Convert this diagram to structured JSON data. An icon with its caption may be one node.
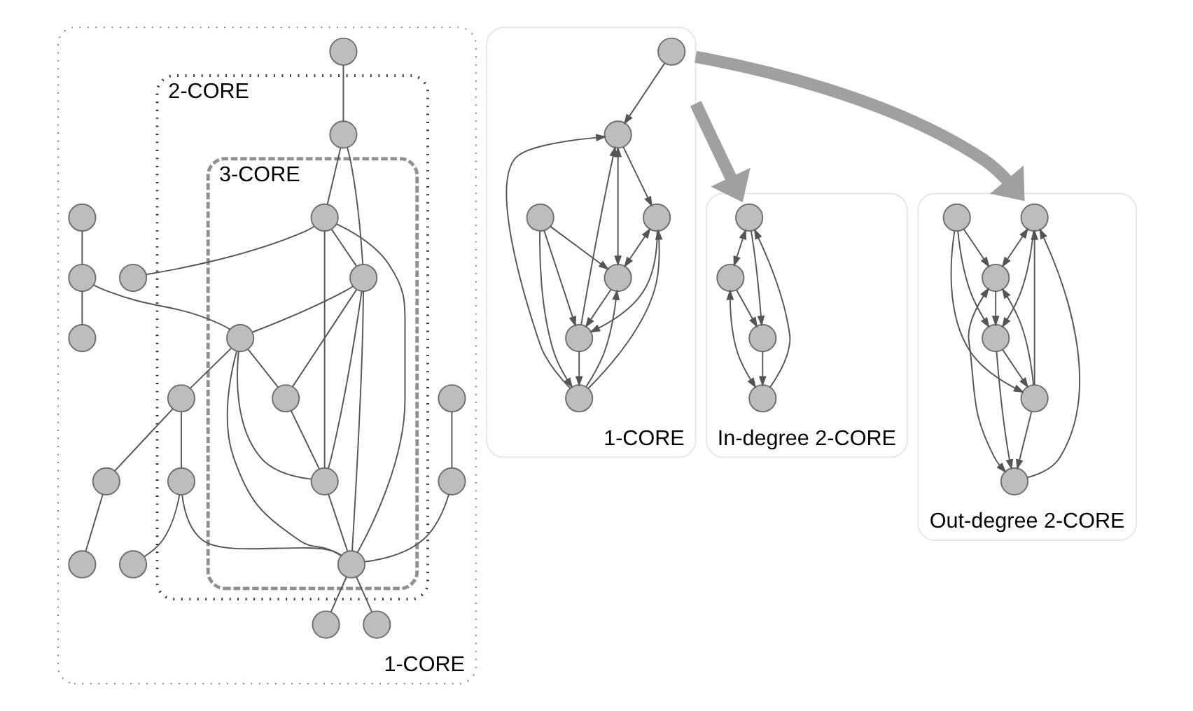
{
  "diagram": {
    "nodes": [
      {
        "text": [
          "1-CORE"
        ]
      },
      {
        "text": [
          "2-CORE"
        ],
        "in": 0
      },
      {
        "text": [
          "3-CORE"
        ],
        "in": 1
      },
      {
        "text": [],
        "shape": "circle",
        "in": 0
      },
      {
        "text": [],
        "shape": "circle",
        "in": 1
      },
      {
        "text": [],
        "shape": "circle",
        "in": 0
      },
      {
        "text": [],
        "shape": "circle",
        "in": 0
      },
      {
        "text": [],
        "shape": "circle",
        "in": 0
      },
      {
        "text": [],
        "shape": "circle",
        "in": 2
      },
      {
        "text": [],
        "shape": "circle",
        "in": 2
      },
      {
        "text": [],
        "shape": "circle",
        "in": 0
      },
      {
        "text": [],
        "shape": "circle",
        "in": 2
      },
      {
        "text": [],
        "shape": "circle",
        "in": 0
      },
      {
        "text": [],
        "shape": "circle",
        "in": 0
      },
      {
        "text": [],
        "shape": "circle",
        "in": 2
      },
      {
        "text": [],
        "shape": "circle",
        "in": 0
      },
      {
        "text": [],
        "shape": "circle",
        "in": 2
      },
      {
        "text": [],
        "shape": "circle",
        "in": 2
      },
      {
        "text": [],
        "shape": "circle",
        "in": 0
      },
      {
        "text": [],
        "shape": "circle",
        "in": 1
      },
      {
        "text": [],
        "shape": "circle",
        "in": 1
      },
      {
        "text": [],
        "shape": "circle",
        "in": 0
      },
      {
        "text": [],
        "shape": "circle",
        "in": 0
      },
      {
        "text": [],
        "shape": "circle",
        "in": 0
      },
      {
        "text": [
          "1-CORE"
        ]
      },
      {
        "text": [],
        "shape": "circle",
        "in": 24
      },
      {
        "text": [],
        "shape": "circle",
        "in": 24
      },
      {
        "text": [],
        "shape": "circle",
        "in": 24
      },
      {
        "text": [],
        "shape": "circle",
        "in": 24
      },
      {
        "text": [],
        "shape": "circle",
        "in": 24
      },
      {
        "text": [],
        "shape": "circle",
        "in": 24
      },
      {
        "text": [],
        "shape": "circle",
        "in": 24
      },
      {
        "text": [
          "In-degree 2-CORE"
        ]
      },
      {
        "text": [],
        "shape": "circle",
        "in": 32
      },
      {
        "text": [],
        "shape": "circle",
        "in": 32
      },
      {
        "text": [],
        "shape": "circle",
        "in": 32
      },
      {
        "text": [],
        "shape": "circle",
        "in": 32
      },
      {
        "text": [
          "Out-degree 2-CORE"
        ]
      },
      {
        "text": [],
        "shape": "circle",
        "in": 37
      },
      {
        "text": [],
        "shape": "circle",
        "in": 37
      },
      {
        "text": [],
        "shape": "circle",
        "in": 37
      },
      {
        "text": [],
        "shape": "circle",
        "in": 37
      },
      {
        "text": [],
        "shape": "circle",
        "in": 37
      },
      {
        "text": [],
        "shape": "circle",
        "in": 37
      }
    ],
    "edges": [
      {
        "from": 3,
        "to": 4,
        "arrow": "none"
      },
      {
        "from": 4,
        "to": 9,
        "arrow": "none"
      },
      {
        "from": 4,
        "to": 8,
        "arrow": "none"
      },
      {
        "from": 8,
        "to": 6,
        "arrow": "none"
      },
      {
        "from": 8,
        "to": 9,
        "arrow": "none"
      },
      {
        "from": 8,
        "to": 11,
        "arrow": "none"
      },
      {
        "from": 8,
        "to": 14,
        "arrow": "none"
      },
      {
        "from": 9,
        "to": 11,
        "arrow": "none"
      },
      {
        "from": 9,
        "to": 16,
        "arrow": "none"
      },
      {
        "from": 9,
        "to": 17,
        "arrow": "none"
      },
      {
        "from": 9,
        "to": 14,
        "arrow": "none"
      },
      {
        "from": 16,
        "to": 11,
        "arrow": "none"
      },
      {
        "from": 16,
        "to": 14,
        "arrow": "none"
      },
      {
        "from": 16,
        "to": 17,
        "arrow": "none"
      },
      {
        "from": 17,
        "to": 14,
        "arrow": "none"
      },
      {
        "from": 14,
        "to": 11,
        "arrow": "none"
      },
      {
        "from": 5,
        "to": 7,
        "arrow": "none"
      },
      {
        "from": 7,
        "to": 11,
        "arrow": "none"
      },
      {
        "from": 11,
        "to": 12,
        "arrow": "none"
      },
      {
        "from": 11,
        "to": 13,
        "arrow": "none"
      },
      {
        "from": 10,
        "to": 15,
        "arrow": "none"
      },
      {
        "from": 15,
        "to": 18,
        "arrow": "none"
      },
      {
        "from": 15,
        "to": 16,
        "arrow": "none"
      },
      {
        "from": 16,
        "to": 19,
        "arrow": "none"
      },
      {
        "from": 19,
        "to": 20,
        "arrow": "none"
      },
      {
        "from": 20,
        "to": 11,
        "arrow": "none"
      },
      {
        "from": 20,
        "to": 21,
        "arrow": "none"
      },
      {
        "from": 19,
        "to": 22,
        "arrow": "none"
      },
      {
        "from": 22,
        "to": 23,
        "arrow": "none"
      },
      {
        "from": 25,
        "to": 28,
        "arrow": "to"
      },
      {
        "from": 26,
        "to": 27,
        "arrow": "both"
      },
      {
        "from": 28,
        "to": 26,
        "arrow": "to"
      },
      {
        "from": 27,
        "to": 28,
        "arrow": "both"
      },
      {
        "from": 27,
        "to": 30,
        "arrow": "to"
      },
      {
        "from": 26,
        "to": 30,
        "arrow": "to"
      },
      {
        "from": 30,
        "to": 28,
        "arrow": "to"
      },
      {
        "from": 30,
        "to": 29,
        "arrow": "to"
      },
      {
        "from": 31,
        "to": 30,
        "arrow": "to"
      },
      {
        "from": 31,
        "to": 29,
        "arrow": "to"
      },
      {
        "from": 29,
        "to": 26,
        "arrow": "to"
      },
      {
        "from": 29,
        "to": 28,
        "arrow": "to"
      },
      {
        "from": 29,
        "to": 27,
        "arrow": "to"
      },
      {
        "from": 31,
        "to": 27,
        "arrow": "to"
      },
      {
        "from": 24,
        "to": 32,
        "arrow": "to",
        "style": "thick",
        "color": "#a0a0a0"
      },
      {
        "from": 24,
        "to": 37,
        "arrow": "to",
        "style": "thick",
        "color": "#a0a0a0"
      },
      {
        "from": 33,
        "to": 34,
        "arrow": "both"
      },
      {
        "from": 35,
        "to": 33,
        "arrow": "to"
      },
      {
        "from": 34,
        "to": 35,
        "arrow": "both"
      },
      {
        "from": 34,
        "to": 36,
        "arrow": "to"
      },
      {
        "from": 33,
        "to": 36,
        "arrow": "to"
      },
      {
        "from": 36,
        "to": 35,
        "arrow": "to"
      },
      {
        "from": 38,
        "to": 39,
        "arrow": "both"
      },
      {
        "from": 40,
        "to": 38,
        "arrow": "to"
      },
      {
        "from": 39,
        "to": 40,
        "arrow": "both"
      },
      {
        "from": 39,
        "to": 42,
        "arrow": "to"
      },
      {
        "from": 38,
        "to": 42,
        "arrow": "to"
      },
      {
        "from": 42,
        "to": 40,
        "arrow": "to"
      },
      {
        "from": 42,
        "to": 41,
        "arrow": "to"
      },
      {
        "from": 43,
        "to": 42,
        "arrow": "to"
      },
      {
        "from": 43,
        "to": 41,
        "arrow": "to"
      },
      {
        "from": 41,
        "to": 38,
        "arrow": "to"
      },
      {
        "from": 41,
        "to": 40,
        "arrow": "to"
      },
      {
        "from": 41,
        "to": 39,
        "arrow": "to"
      },
      {
        "from": 43,
        "to": 39,
        "arrow": "to"
      }
    ]
  }
}
